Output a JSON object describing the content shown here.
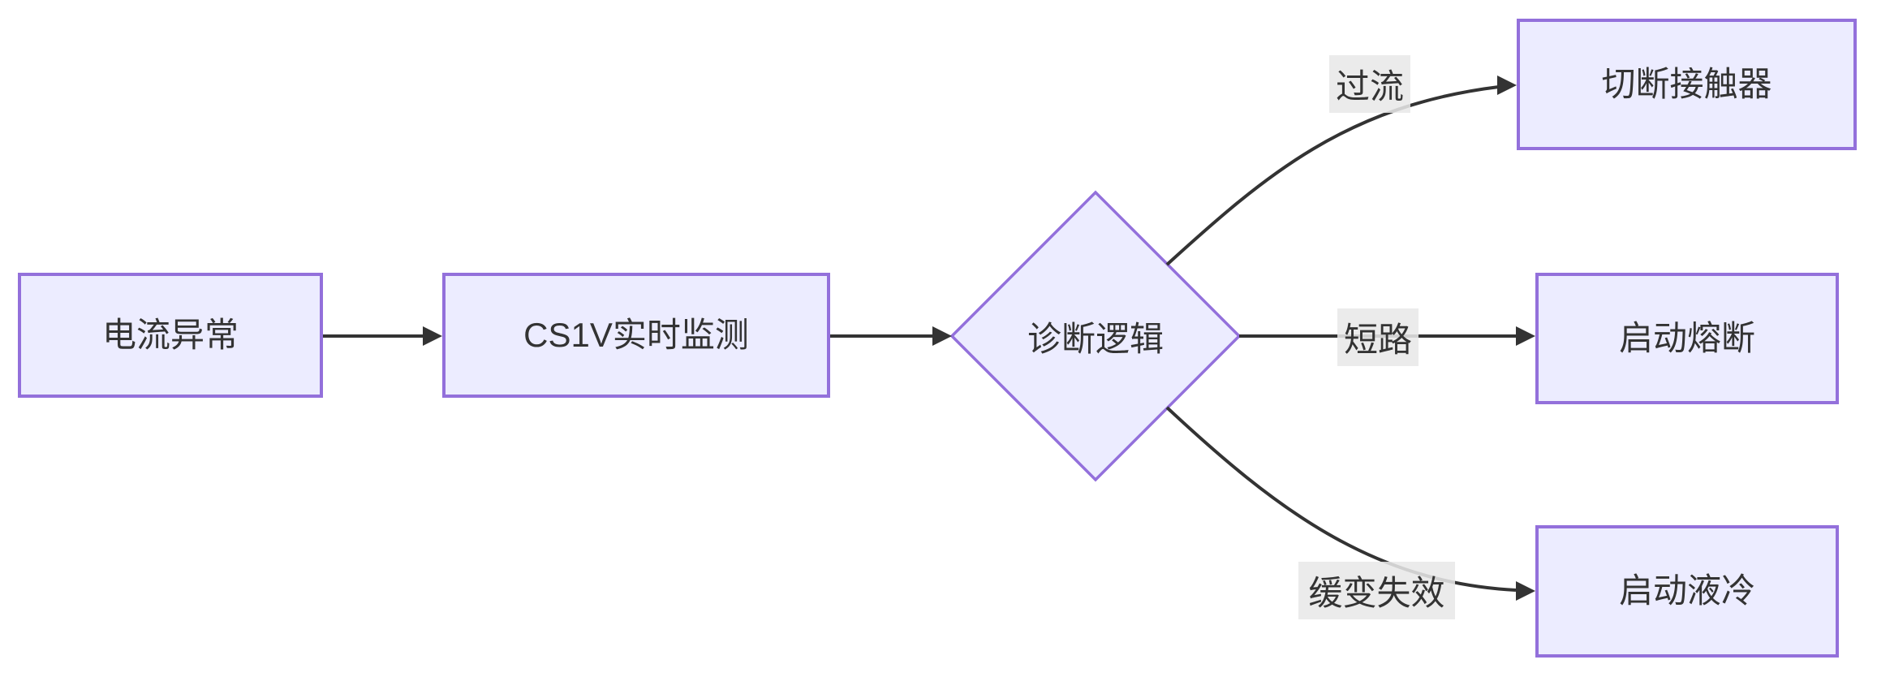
{
  "diagram": {
    "type": "flowchart",
    "direction": "left-to-right",
    "nodes": [
      {
        "id": "A",
        "label": "电流异常",
        "shape": "rect"
      },
      {
        "id": "B",
        "label": "CS1V实时监测",
        "shape": "rect"
      },
      {
        "id": "C",
        "label": "诊断逻辑",
        "shape": "diamond"
      },
      {
        "id": "D",
        "label": "切断接触器",
        "shape": "rect"
      },
      {
        "id": "E",
        "label": "启动熔断",
        "shape": "rect"
      },
      {
        "id": "F",
        "label": "启动液冷",
        "shape": "rect"
      }
    ],
    "edges": [
      {
        "from": "A",
        "to": "B",
        "label": ""
      },
      {
        "from": "B",
        "to": "C",
        "label": ""
      },
      {
        "from": "C",
        "to": "D",
        "label": "过流"
      },
      {
        "from": "C",
        "to": "E",
        "label": "短路"
      },
      {
        "from": "C",
        "to": "F",
        "label": "缓变失效"
      }
    ],
    "colors": {
      "node_fill": "#ECECFF",
      "node_border": "#9370DB",
      "edge_stroke": "#333333",
      "text": "#333333",
      "edge_label_bg": "#e8e8e8",
      "background": "#ffffff"
    }
  }
}
